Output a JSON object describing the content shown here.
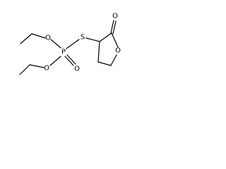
{
  "atoms": {
    "o_ethoxy_top": "O",
    "o_ethoxy_bottom": "O",
    "phosphorus": "P",
    "o_phosphoryl": "O",
    "sulfur": "S",
    "o_carbonyl": "O",
    "o_ring": "O"
  },
  "colors": {
    "bond": "#000000",
    "label": "#000000",
    "background": "#ffffff"
  }
}
